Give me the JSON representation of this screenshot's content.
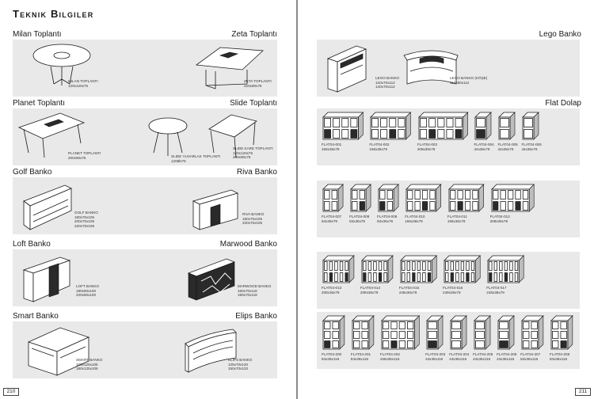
{
  "left_page": {
    "title": "Teknik Bilgiler",
    "page_number": "210",
    "sections": [
      {
        "left_name": "Milan Toplantı",
        "right_name": "Zeta Toplantı",
        "captions": [
          {
            "name": "MILAN TOPLANTI",
            "dims": [
              "120x120x75"
            ]
          },
          {
            "name": "ZETA TOPLANTI",
            "dims": [
              "220x90x75"
            ]
          }
        ]
      },
      {
        "left_name": "Planet Toplantı",
        "right_name": "Slide Toplantı",
        "captions": [
          {
            "name": "PLANET TOPLANTI",
            "dims": [
              "200x90x75"
            ]
          },
          {
            "name": "SLIDE YUVARLAK TOPLANTI",
            "dims": [
              "120Øx75"
            ]
          },
          {
            "name": "SLIDE KARE TOPLANTI",
            "dims": [
              "120x120x75",
              "200x90x75"
            ]
          }
        ]
      },
      {
        "left_name": "Golf Banko",
        "right_name": "Riva Banko",
        "captions": [
          {
            "name": "GOLF BANKO",
            "dims": [
              "180x70x105",
              "200x70x105",
              "220x70x105"
            ]
          },
          {
            "name": "RIVA BANKO",
            "dims": [
              "180x70x105",
              "220x70x105"
            ]
          }
        ]
      },
      {
        "left_name": "Loft Banko",
        "right_name": "Marwood Banko",
        "captions": [
          {
            "name": "LOFT BANKO",
            "dims": [
              "180x60x100",
              "220x60x100"
            ]
          },
          {
            "name": "MARWOOD BANKO",
            "dims": [
              "160x70x118",
              "180x70x118"
            ]
          }
        ]
      },
      {
        "left_name": "Smart Banko",
        "right_name": "Elips Banko",
        "captions": [
          {
            "name": "SMART BANKO",
            "dims": [
              "160x125x105",
              "180x125x105"
            ]
          },
          {
            "name": "ELIPS BANKO",
            "dims": [
              "125x70x120",
              "150x70x120"
            ]
          }
        ]
      }
    ]
  },
  "right_page": {
    "page_number": "211",
    "lego": {
      "name": "Lego Banko",
      "captions": [
        {
          "name": "LEGO BANKO",
          "dims": [
            "120x70x112",
            "140x70x112"
          ]
        },
        {
          "name": "LEGO BANKO (KÖŞE)",
          "dims": [
            "110x80x112"
          ]
        }
      ]
    },
    "flat": {
      "name": "Flat Dolap",
      "rows": [
        [
          {
            "code": "FLAT04-001",
            "dims": "166x36x79"
          },
          {
            "code": "FLAT04-002",
            "dims": "166x36x79"
          },
          {
            "code": "FLAT04-003",
            "dims": "208x36x79"
          },
          {
            "code": "FLAT04-004",
            "dims": "44x36x79"
          },
          {
            "code": "FLAT04-005",
            "dims": "44x36x79"
          },
          {
            "code": "FLAT04-006",
            "dims": "44x36x79"
          }
        ],
        [
          {
            "code": "FLAT04-007",
            "dims": "84x36x79"
          },
          {
            "code": "FLAT04-008",
            "dims": "84x36x79"
          },
          {
            "code": "FLAT04-009",
            "dims": "84x36x79"
          },
          {
            "code": "FLAT04-010",
            "dims": "166x36x79"
          },
          {
            "code": "FLAT04-011",
            "dims": "166x36x79"
          },
          {
            "code": "FLAT04-012",
            "dims": "208x36x79"
          }
        ],
        [
          {
            "code": "FLAT04-013",
            "dims": "208x36x79"
          },
          {
            "code": "FLAT04-014",
            "dims": "208x36x79"
          },
          {
            "code": "FLAT04-015",
            "dims": "248x36x79"
          },
          {
            "code": "FLAT04-016",
            "dims": "248x36x79"
          },
          {
            "code": "FLAT04-017",
            "dims": "248x36x79"
          }
        ],
        [
          {
            "code": "FLAT04-200",
            "dims": "84x36x116"
          },
          {
            "code": "FLAT04-201",
            "dims": "84x36x116"
          },
          {
            "code": "FLAT04-202",
            "dims": "166x36x116"
          },
          {
            "code": "FLAT04-203",
            "dims": "44x36x116"
          },
          {
            "code": "FLAT04-204",
            "dims": "44x36x116"
          },
          {
            "code": "FLAT04-205",
            "dims": "44x36x116"
          },
          {
            "code": "FLAT04-206",
            "dims": "44x36x116"
          },
          {
            "code": "FLAT04-207",
            "dims": "84x36x116"
          },
          {
            "code": "FLAT04-208",
            "dims": "84x36x116"
          }
        ]
      ]
    }
  }
}
